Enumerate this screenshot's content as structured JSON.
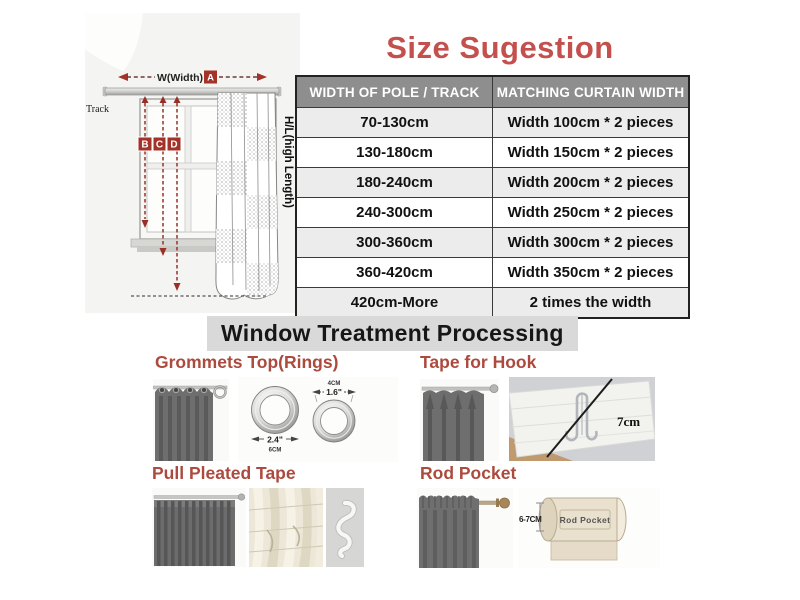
{
  "colors": {
    "accent_red": "#c4504e",
    "label_red": "#ac4a3e",
    "table_header_bg": "#8e8e8e",
    "row_alt_bg": "#ececec",
    "strip_bg": "#d9d9d9",
    "curtain_gray": "#6e6e6e",
    "diagram_red": "#a33229"
  },
  "measure_diagram": {
    "width_arrow_label": "W(Width)",
    "width_code": "A",
    "track_label": "Track",
    "code_b": "B",
    "code_c": "C",
    "code_d": "D",
    "height_label": "H/L(high Length)"
  },
  "size_suggestion": {
    "title": "Size Sugestion",
    "table": {
      "col1_header": "WIDTH OF POLE / TRACK",
      "col2_header": "MATCHING CURTAIN WIDTH",
      "rows": [
        [
          "70-130cm",
          "Width 100cm * 2 pieces"
        ],
        [
          "130-180cm",
          "Width 150cm * 2 pieces"
        ],
        [
          "180-240cm",
          "Width 200cm * 2 pieces"
        ],
        [
          "240-300cm",
          "Width 250cm * 2 pieces"
        ],
        [
          "300-360cm",
          "Width 300cm * 2 pieces"
        ],
        [
          "360-420cm",
          "Width 350cm * 2 pieces"
        ],
        [
          "420cm-More",
          "2 times the width"
        ]
      ]
    }
  },
  "treatment": {
    "title": "Window Treatment Processing",
    "grommets": {
      "label": "Grommets Top(Rings)",
      "inner_cm": "4CM",
      "inner_inch": "1.6\"",
      "outer_inch": "2.4\"",
      "outer_cm": "6CM"
    },
    "tape_hook": {
      "label": "Tape for Hook",
      "measurement": "7cm"
    },
    "pleated": {
      "label": "Pull Pleated Tape"
    },
    "rod_pocket": {
      "label": "Rod Pocket",
      "measurement": "6-7CM",
      "pocket_text": "Rod Pocket"
    }
  }
}
